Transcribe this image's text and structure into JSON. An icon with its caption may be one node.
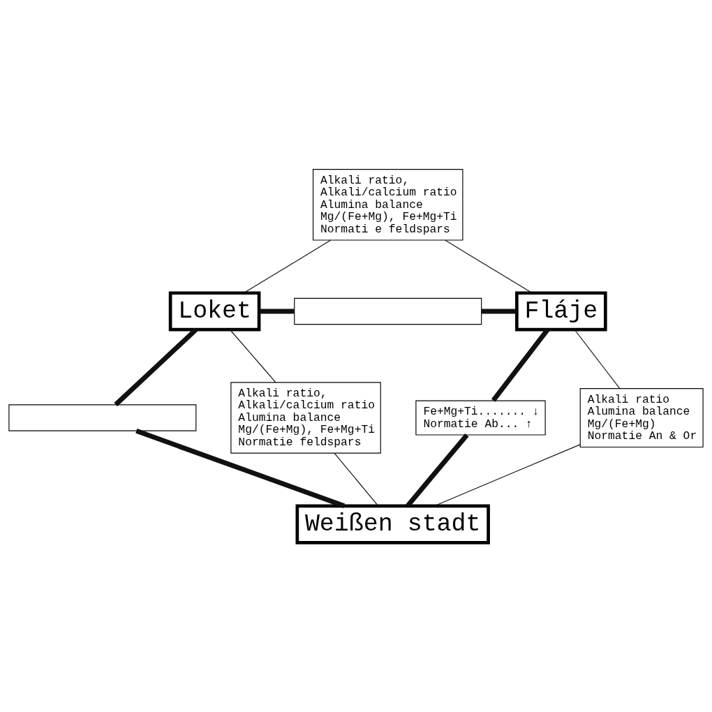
{
  "diagram": {
    "nodes": [
      {
        "text": [
          "Loket"
        ]
      },
      {
        "text": [
          "Fláje"
        ]
      },
      {
        "text": [
          "Weißen stadt"
        ]
      },
      {
        "text": [
          "Alkali ratio,",
          "Alkali/calcium ratio",
          "Alumina balance",
          "Mg/(Fe+Mg), Fe+Mg+Ti",
          "Normati e feldspars"
        ]
      },
      {
        "text": [],
        "shape": "box"
      },
      {
        "text": [],
        "shape": "box"
      },
      {
        "text": [
          "Fe+Mg+Ti....... ↓",
          "Normatie Ab... ↑"
        ]
      },
      {
        "text": [
          "Alkali ratio,",
          "Alkali/calcium ratio",
          "Alumina balance",
          "Mg/(Fe+Mg), Fe+Mg+Ti",
          "Normatie feldspars"
        ]
      },
      {
        "text": [
          "Alkali ratio",
          "Alumina balance",
          "Mg/(Fe+Mg)",
          "Normatie An & Or"
        ]
      }
    ],
    "edges": [
      {
        "from": 0,
        "to": 4,
        "arrow": "none",
        "style": "thick"
      },
      {
        "from": 4,
        "to": 1,
        "arrow": "none",
        "style": "thick"
      },
      {
        "from": 0,
        "to": 5,
        "arrow": "none",
        "style": "thick"
      },
      {
        "from": 5,
        "to": 2,
        "arrow": "none",
        "style": "thick"
      },
      {
        "from": 1,
        "to": 6,
        "arrow": "none",
        "style": "thick"
      },
      {
        "from": 6,
        "to": 2,
        "arrow": "none",
        "style": "thick"
      },
      {
        "from": 3,
        "to": 0,
        "arrow": "none"
      },
      {
        "from": 3,
        "to": 1,
        "arrow": "none"
      },
      {
        "from": 0,
        "to": 7,
        "arrow": "none"
      },
      {
        "from": 7,
        "to": 2,
        "arrow": "none"
      },
      {
        "from": 1,
        "to": 8,
        "arrow": "none"
      },
      {
        "from": 8,
        "to": 2,
        "arrow": "none"
      }
    ]
  }
}
